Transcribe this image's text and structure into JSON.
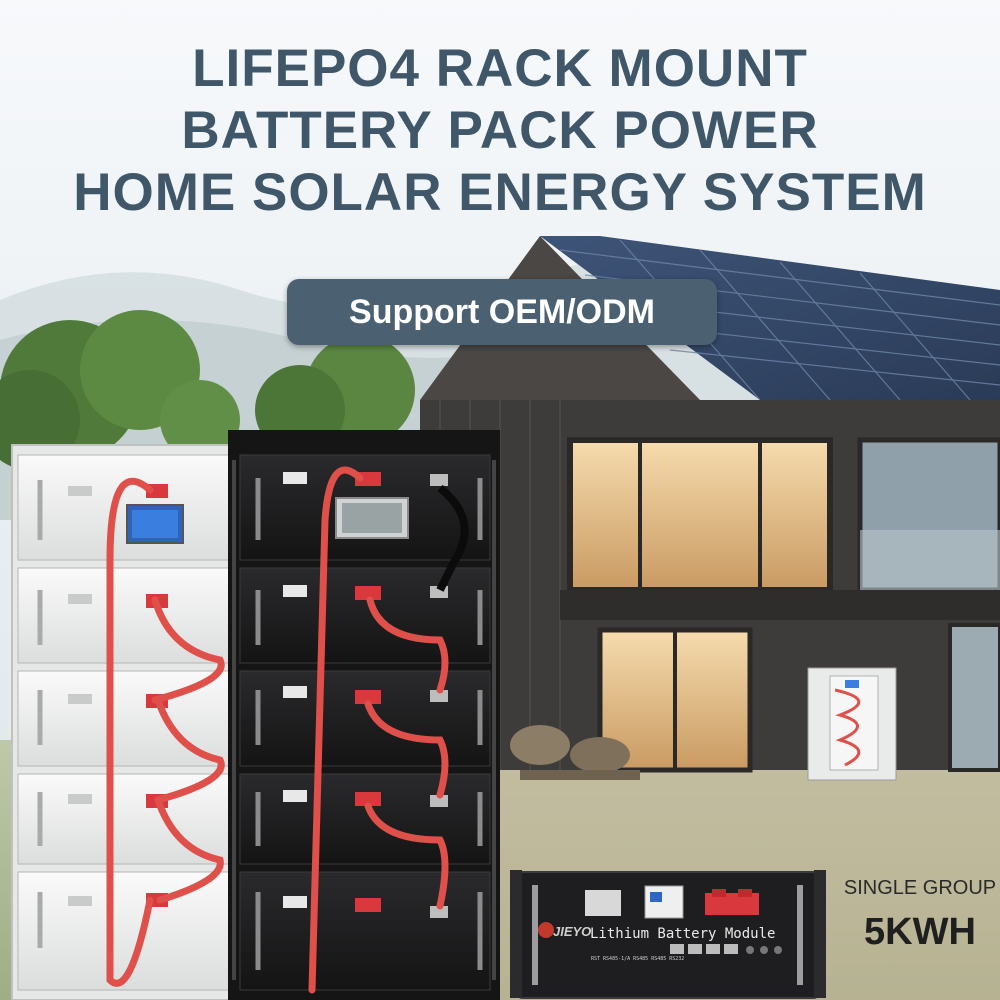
{
  "headline": {
    "line1": "LIFEPO4 RACK MOUNT",
    "line2": "BATTERY PACK POWER",
    "line3": "HOME SOLAR ENERGY SYSTEM"
  },
  "badge": {
    "text": "Support OEM/ODM"
  },
  "spec": {
    "group_label": "SINGLE GROUP",
    "capacity": "5KWH"
  },
  "module": {
    "label": "Lithium Battery Module",
    "brand": "JIEYO",
    "ports": "RST  RS485-1/A RS485 RS485 RS232"
  },
  "colors": {
    "headline": "#3f5768",
    "badge_bg": "#4b6070",
    "cable_red": "#e0504a",
    "terminal_red": "#d9383c",
    "lcd_blue": "#3a7fe0",
    "rack_black": "#1c1c1e",
    "rack_white": "#f1f2f2",
    "house_dark": "#3b3a39"
  },
  "icons": [
    "solar-panel-roof",
    "lcd-display",
    "battery-terminal",
    "rack-handle"
  ]
}
